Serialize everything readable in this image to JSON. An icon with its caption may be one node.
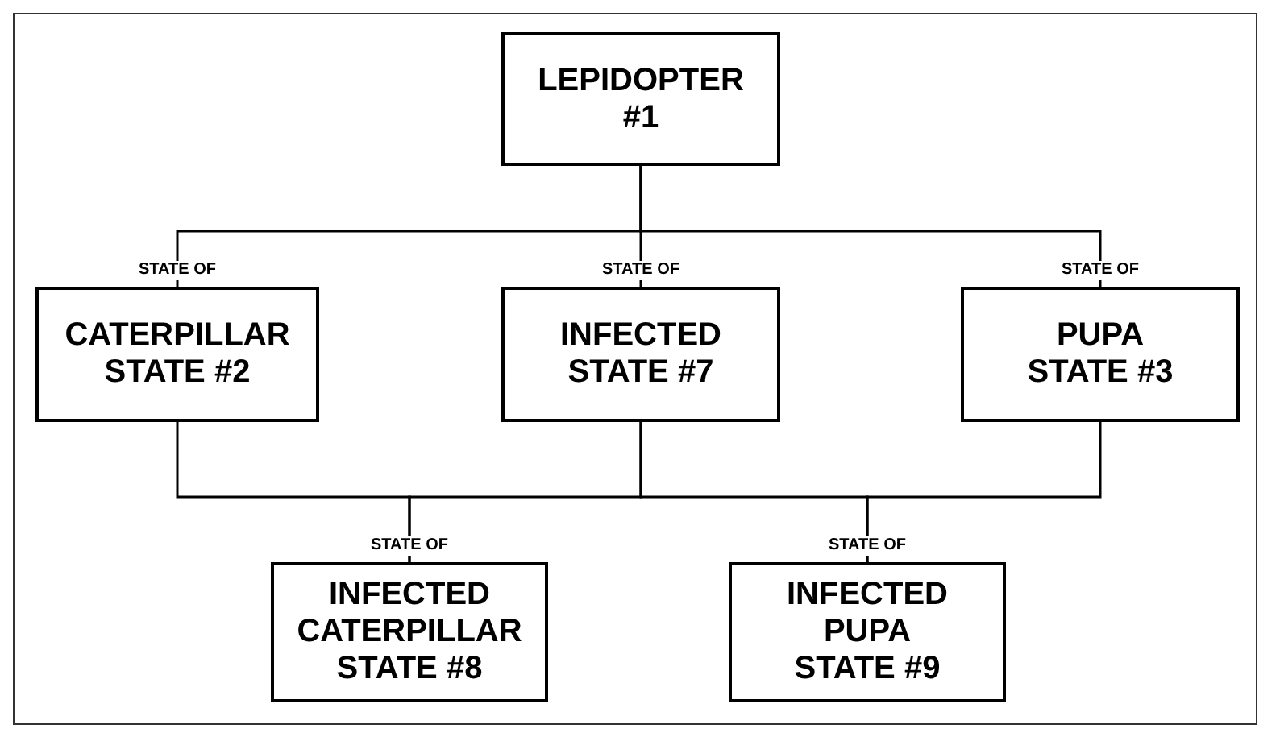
{
  "diagram": {
    "nodes": [
      {
        "text": [
          "LEPIDOPTER #1"
        ]
      },
      {
        "text": [
          "CATERPILLAR STATE #2"
        ]
      },
      {
        "text": [
          "INFECTED STATE #7"
        ]
      },
      {
        "text": [
          "PUPA STATE #3"
        ]
      },
      {
        "text": [
          "INFECTED CATERPILLAR STATE #8"
        ]
      },
      {
        "text": [
          "INFECTED PUPA STATE #9"
        ]
      }
    ],
    "edges": [
      {
        "from": 1,
        "to": 0,
        "arrow": "none",
        "label": "STATE OF"
      },
      {
        "from": 2,
        "to": 0,
        "arrow": "none",
        "label": "STATE OF"
      },
      {
        "from": 3,
        "to": 0,
        "arrow": "none",
        "label": "STATE OF"
      },
      {
        "from": 4,
        "to": 1,
        "arrow": "none",
        "label": "STATE OF"
      },
      {
        "from": 4,
        "to": 2,
        "arrow": "none"
      },
      {
        "from": 5,
        "to": 2,
        "arrow": "none",
        "label": "STATE OF"
      },
      {
        "from": 5,
        "to": 3,
        "arrow": "none"
      }
    ]
  }
}
